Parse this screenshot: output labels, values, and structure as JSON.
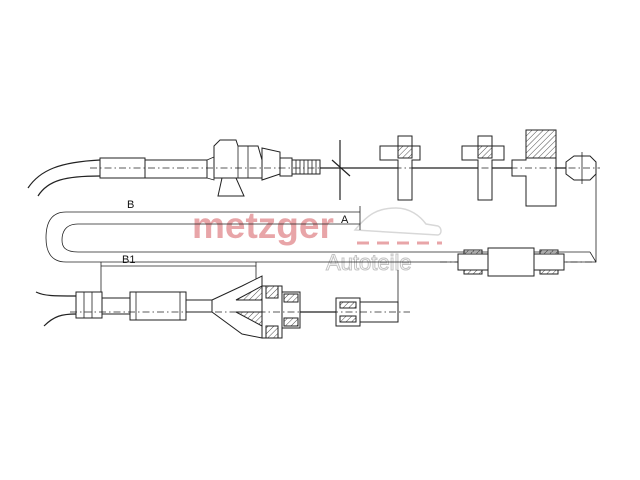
{
  "dimensions": {
    "length_upper": "B",
    "length_lower": "B1",
    "marker_a": "A"
  },
  "logo": {
    "brand": "metzger",
    "subtitle": "Autoteile",
    "brand_color": "#e8a5a8",
    "subtitle_color": "#c4c4c4"
  }
}
